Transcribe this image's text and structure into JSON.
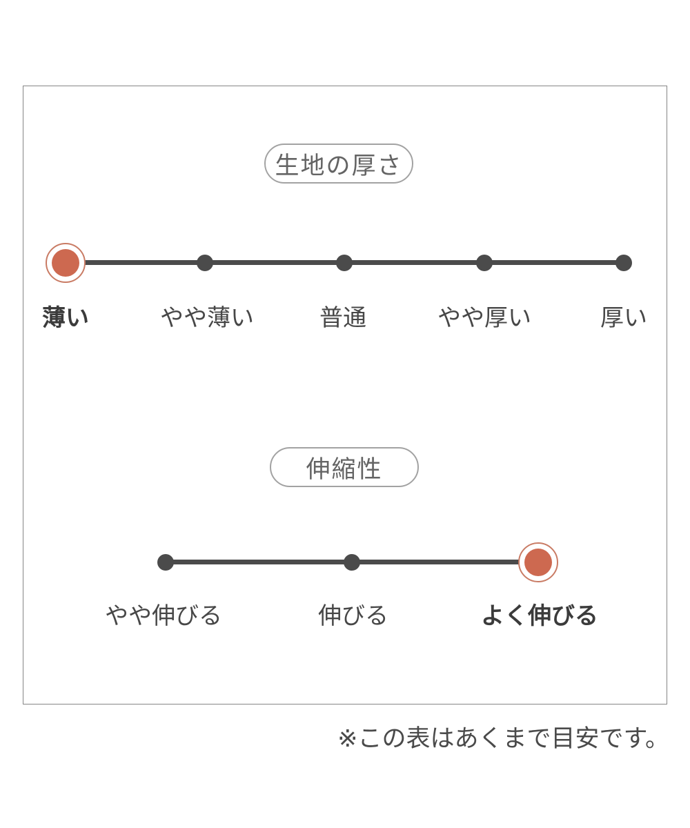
{
  "chart_data": [
    {
      "type": "scale",
      "title": "生地の厚さ",
      "categories": [
        "薄い",
        "やや薄い",
        "普通",
        "やや厚い",
        "厚い"
      ],
      "selected": "薄い",
      "selected_index": 0
    },
    {
      "type": "scale",
      "title": "伸縮性",
      "categories": [
        "やや伸びる",
        "伸びる",
        "よく伸びる"
      ],
      "selected": "よく伸びる",
      "selected_index": 2
    }
  ],
  "note": {
    "text": "※この表はあくまで目安です。"
  },
  "colors": {
    "accent": "#cd6950",
    "accent_ring": "#c97b64",
    "track": "#4b4b4b",
    "panel_border": "#858585",
    "pill_border": "#a2a2a2",
    "title_text": "#646464",
    "label_text": "#474747"
  }
}
